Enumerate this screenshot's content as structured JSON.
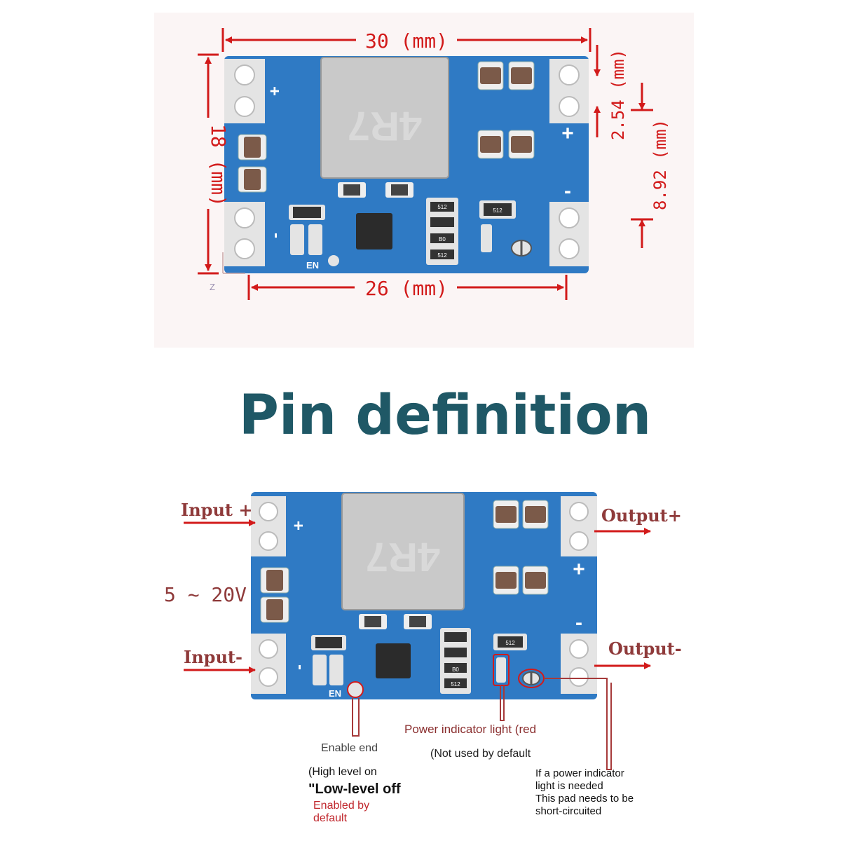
{
  "title": "Pin definition",
  "dimensions": {
    "width_top": "30 (mm)",
    "width_bottom": "26 (mm)",
    "height": "18 (mm)",
    "pitch": "2.54 (mm)",
    "pad_spacing": "8.92 (mm)",
    "corner_mark": "Z"
  },
  "board": {
    "inductor_code": "4R7",
    "plus": "+",
    "minus": "-",
    "en_label": "EN",
    "chip_codes": [
      "512",
      "B0",
      "512",
      "512"
    ]
  },
  "pins": {
    "input_plus": "Input +",
    "input_minus": "Input-",
    "voltage_range": "5 ~ 20V",
    "output_plus": "Output+",
    "output_minus": "Output-"
  },
  "notes": {
    "enable_title": "Enable end",
    "enable_high": "(High level on",
    "enable_low": "\"Low-level off",
    "enable_default_1": "Enabled by",
    "enable_default_2": "default",
    "power_light": "Power indicator light (red",
    "not_used": "(Not used by default",
    "pad_1": "If a power indicator",
    "pad_2": "light is needed",
    "pad_3": "This pad needs to be",
    "pad_4": "short-circuited"
  },
  "colors": {
    "pcb": "#2f7ac4",
    "dimension": "#d21a1a",
    "label": "#8f3a3a",
    "title": "#1f5866",
    "inductor": "#c9c9c9"
  }
}
